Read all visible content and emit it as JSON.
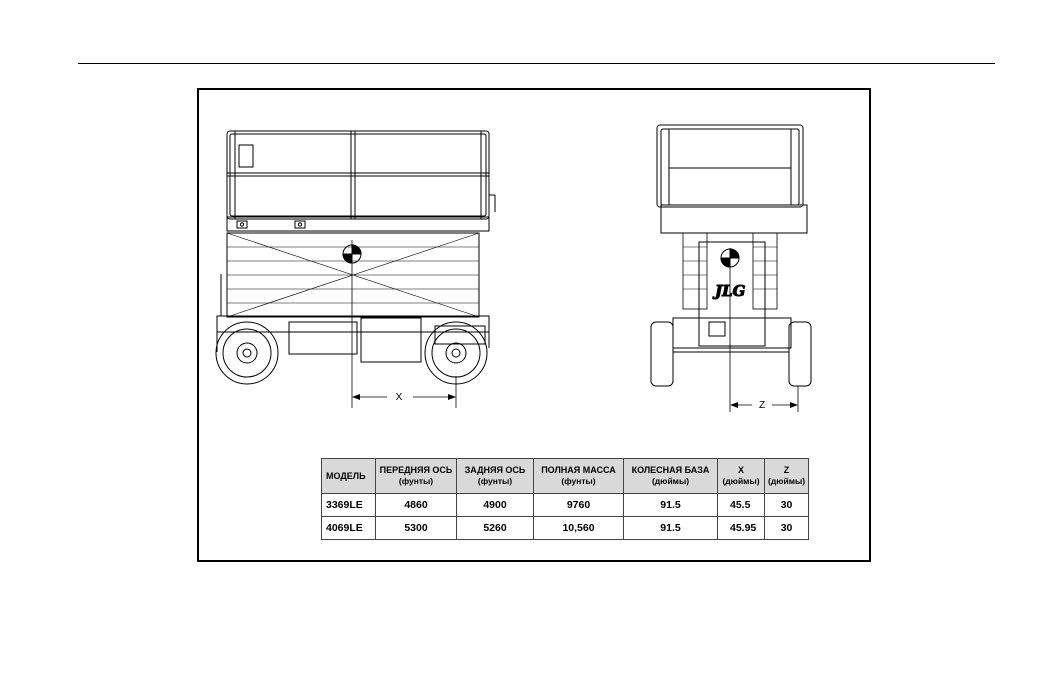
{
  "figure": {
    "dimension_x": "X",
    "dimension_z": "Z",
    "logo": "JLG"
  },
  "table": {
    "headers": [
      {
        "label": "МОДЕЛЬ",
        "unit": ""
      },
      {
        "label": "ПЕРЕДНЯЯ ОСЬ",
        "unit": "(фунты)"
      },
      {
        "label": "ЗАДНЯЯ ОСЬ",
        "unit": "(фунты)"
      },
      {
        "label": "ПОЛНАЯ МАССА",
        "unit": "(фунты)"
      },
      {
        "label": "КОЛЕСНАЯ БАЗА",
        "unit": "(дюймы)"
      },
      {
        "label": "X",
        "unit": "(дюймы)"
      },
      {
        "label": "Z",
        "unit": "(дюймы)"
      }
    ],
    "rows": [
      {
        "model": "3369LE",
        "front_axle": "4860",
        "rear_axle": "4900",
        "gross_weight": "9760",
        "wheelbase": "91.5",
        "x": "45.5",
        "z": "30"
      },
      {
        "model": "4069LE",
        "front_axle": "5300",
        "rear_axle": "5260",
        "gross_weight": "10,560",
        "wheelbase": "91.5",
        "x": "45.95",
        "z": "30"
      }
    ]
  }
}
